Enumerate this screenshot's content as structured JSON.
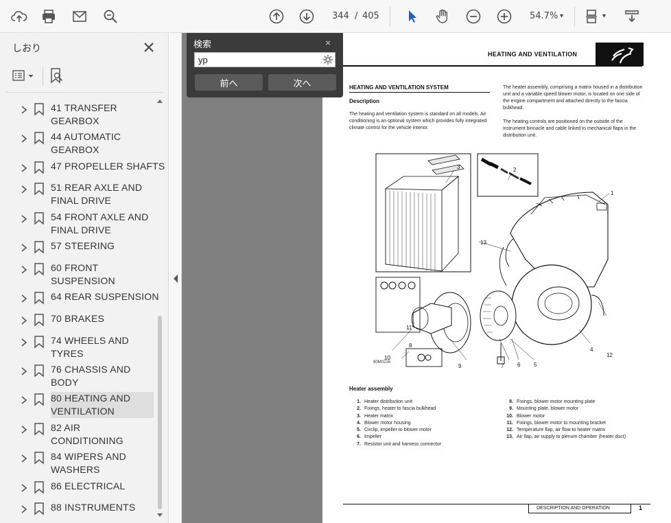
{
  "toolbar": {
    "page_current": "344",
    "page_separator": "/",
    "page_total": "405",
    "zoom": "54.7%",
    "zoom_dropdown": "▾",
    "layout_dropdown": "▾"
  },
  "sidebar": {
    "title": "しおり",
    "bookmarks": [
      {
        "label": "41  TRANSFER GEARBOX"
      },
      {
        "label": "44  AUTOMATIC GEARBOX"
      },
      {
        "label": "47  PROPELLER SHAFTS"
      },
      {
        "label": "51  REAR AXLE AND FINAL DRIVE"
      },
      {
        "label": "54  FRONT AXLE AND FINAL DRIVE"
      },
      {
        "label": "57  STEERING"
      },
      {
        "label": "60  FRONT SUSPENSION"
      },
      {
        "label": "64  REAR SUSPENSION"
      },
      {
        "label": "70  BRAKES"
      },
      {
        "label": "74  WHEELS AND TYRES"
      },
      {
        "label": "76  CHASSIS AND BODY"
      },
      {
        "label": "80  HEATING AND VENTILATION"
      },
      {
        "label": "82  AIR CONDITIONING"
      },
      {
        "label": "84  WIPERS AND WASHERS"
      },
      {
        "label": "86  ELECTRICAL"
      },
      {
        "label": "88  INSTRUMENTS"
      }
    ]
  },
  "search": {
    "title": "検索",
    "close": "×",
    "value": "yp",
    "prev_label": "前へ",
    "next_label": "次へ"
  },
  "document": {
    "header_title": "HEATING AND VENTILATION",
    "section_title": "HEATING AND VENTILATION SYSTEM",
    "description_heading": "Description",
    "para_left": "The heating and ventilation system is standard on all models. Air conditioning is an optional system which provides fully integrated climate control for the vehicle interior.",
    "para_right_1": "The heater assembly, comprising a matrix housed in a distribution unit and a variable speed blower motor, is located on one side of the engine compartment and attached directly to the fascia bulkhead.",
    "para_right_2": "The heating controls are positioned on the outside of the instrument binnacle and cable linked to mechanical flaps in the distribution unit.",
    "figure_code": "80M0216",
    "figure_heading": "Heater assembly",
    "callouts": [
      "1",
      "2",
      "3",
      "4",
      "5",
      "6",
      "7",
      "8",
      "9",
      "10",
      "11",
      "12",
      "13"
    ],
    "legend_left": [
      {
        "num": "1.",
        "text": "Heater distribution unit"
      },
      {
        "num": "2.",
        "text": "Fixings, heater to fascia bulkhead"
      },
      {
        "num": "3.",
        "text": "Heater matrix"
      },
      {
        "num": "4.",
        "text": "Blower motor housing"
      },
      {
        "num": "5.",
        "text": "Circlip, impeller to blower motor"
      },
      {
        "num": "6.",
        "text": "Impeller"
      },
      {
        "num": "7.",
        "text": "Resistor unit and harness connector"
      }
    ],
    "legend_right": [
      {
        "num": "8.",
        "text": "Fixings, blower motor mounting plate"
      },
      {
        "num": "9.",
        "text": "Mounting plate, blower motor"
      },
      {
        "num": "10.",
        "text": "Blower motor"
      },
      {
        "num": "11.",
        "text": "Fixings, blower motor to mounting bracket"
      },
      {
        "num": "12.",
        "text": "Temperature flap, air flow to heater matrix"
      },
      {
        "num": "13.",
        "text": "Air flap, air supply to plenum chamber (heater duct)"
      }
    ],
    "footer_text": "DESCRIPTION AND OPERATION",
    "footer_page": "1"
  }
}
